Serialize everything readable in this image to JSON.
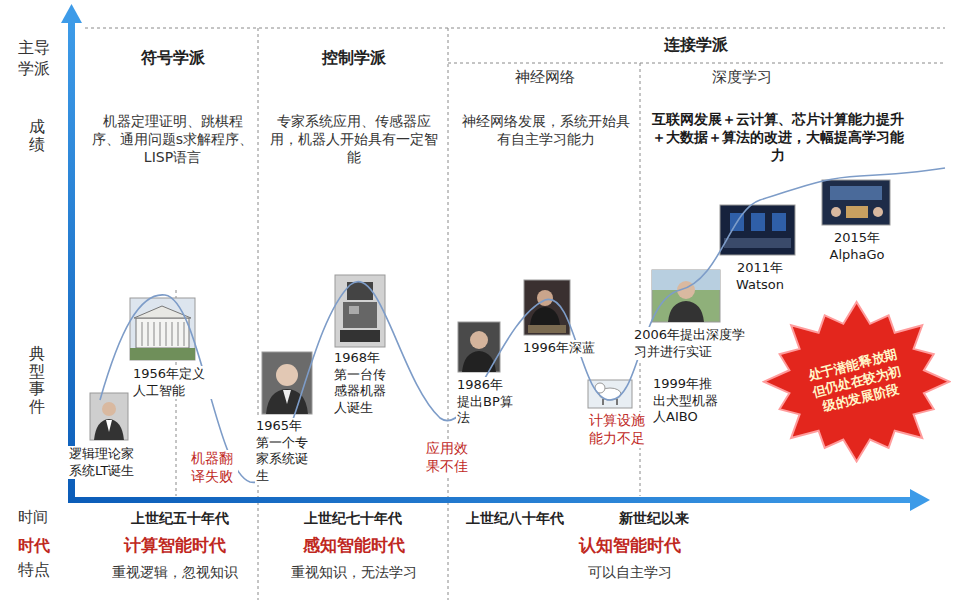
{
  "diagram": {
    "nodes": [
      {
        "text": [
          "处于潜能释放期但仍处在较为初级的发展阶段"
        ]
      }
    ],
    "labels": [
      "主导学派",
      "符号学派",
      "控制学派",
      "连接学派",
      "神经网络",
      "深度学习",
      "成绩",
      "机器定理证明、跳棋程序、通用问题s求解程序、LISP语言",
      "专家系统应用、传感器应用，机器人开始具有一定智能",
      "神经网络发展，系统开始具有自主学习能力",
      "互联网发展＋云计算、芯片计算能力提升＋大数据＋算法的改进，大幅提高学习能力",
      "2015年 AlphaGo",
      "2011年 Watson",
      "典型事件",
      "1968年第一台传感器机器人诞生",
      "1956年定义人工智能",
      "1996年深蓝",
      "2006年提出深度学习并进行实证",
      "1986年提出BP算法",
      "1965年第一个专家系统诞生",
      "1999年推出犬型机器人AIBO",
      "应用效果不佳",
      "计算设施能力不足",
      "逻辑理论家系统LT诞生",
      "机器翻译失败",
      "时间",
      "上世纪五十年代",
      "上世纪七十年代",
      "上世纪八十年代",
      "新世纪以来",
      "时代",
      "计算智能时代",
      "感知智能时代",
      "认知智能时代",
      "特点",
      "重视逻辑，忽视知识",
      "重视知识，无法学习",
      "可以自主学习"
    ]
  }
}
